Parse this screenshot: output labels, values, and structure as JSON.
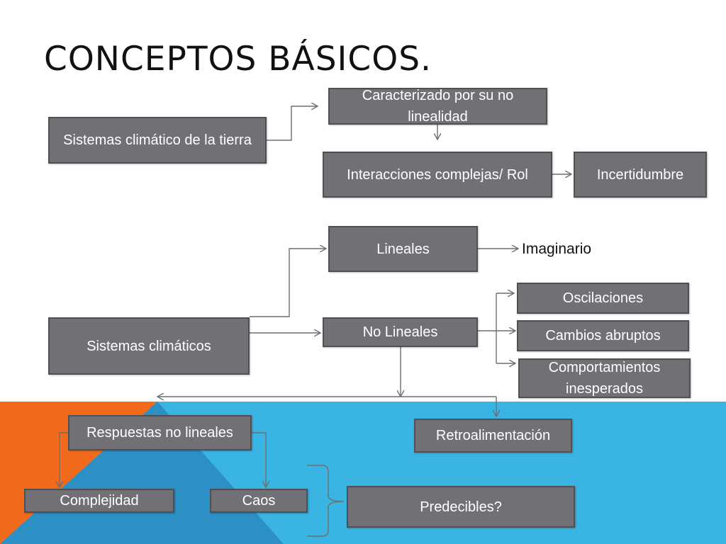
{
  "title": "CONCEPTOS BÁSICOS.",
  "colors": {
    "box_fill": "#717075",
    "box_border": "#505054",
    "connector": "#6e6e6e",
    "background_orange": "#f26b1d",
    "background_blue": "#3ab4e3",
    "background_blue_dark": "#2d90c4"
  },
  "nodes": {
    "sistemas_climatico_tierra": "Sistemas climático de la tierra",
    "caracterizado": "Caracterizado por su no linealidad",
    "interacciones": "Interacciones complejas/ Rol",
    "incertidumbre": "Incertidumbre",
    "sistemas_climaticos": "Sistemas climáticos",
    "lineales": "Lineales",
    "imaginario": "Imaginario",
    "no_lineales": "No Lineales",
    "oscilaciones": "Oscilaciones",
    "cambios_abruptos": "Cambios abruptos",
    "comportamientos": "Comportamientos inesperados",
    "respuestas": "Respuestas no lineales",
    "retroalimentacion": "Retroalimentación",
    "complejidad": "Complejidad",
    "caos": "Caos",
    "predecibles": "Predecibles?"
  }
}
